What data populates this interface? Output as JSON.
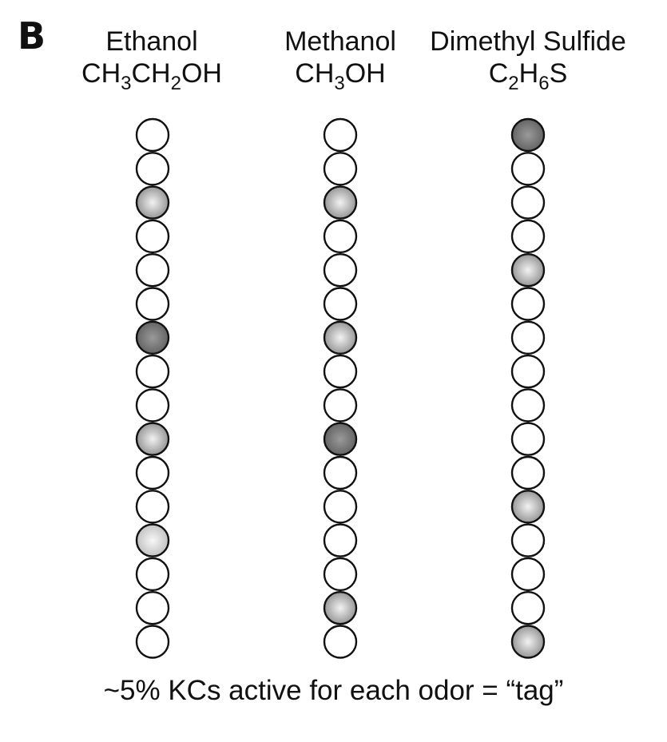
{
  "panel_label": "B",
  "odors": [
    {
      "name": "Ethanol",
      "formula": [
        {
          "text": "CH",
          "sub": "3"
        },
        {
          "text": "CH",
          "sub": "2"
        },
        {
          "text": "OH",
          "sub": ""
        }
      ],
      "cells": [
        "inactive",
        "inactive",
        "medium",
        "inactive",
        "inactive",
        "inactive",
        "dark",
        "inactive",
        "inactive",
        "medium",
        "inactive",
        "inactive",
        "light",
        "inactive",
        "inactive",
        "inactive"
      ]
    },
    {
      "name": "Methanol",
      "formula": [
        {
          "text": "CH",
          "sub": "3"
        },
        {
          "text": "OH",
          "sub": ""
        }
      ],
      "cells": [
        "inactive",
        "inactive",
        "medium",
        "inactive",
        "inactive",
        "inactive",
        "medium",
        "inactive",
        "inactive",
        "dark",
        "inactive",
        "inactive",
        "inactive",
        "inactive",
        "medium",
        "inactive"
      ]
    },
    {
      "name": "Dimethyl Sulfide",
      "formula": [
        {
          "text": "C",
          "sub": "2"
        },
        {
          "text": "H",
          "sub": "6"
        },
        {
          "text": "S",
          "sub": ""
        }
      ],
      "cells": [
        "dark",
        "inactive",
        "inactive",
        "inactive",
        "medium",
        "inactive",
        "inactive",
        "inactive",
        "inactive",
        "inactive",
        "inactive",
        "medium",
        "inactive",
        "inactive",
        "inactive",
        "medium"
      ]
    }
  ],
  "activity_colors": {
    "inactive": {
      "center": "#ffffff",
      "edge": "#ffffff"
    },
    "light": {
      "center": "#f7f7f7",
      "edge": "#bdbdbd"
    },
    "medium": {
      "center": "#f2f2f2",
      "edge": "#8e8e8e"
    },
    "dark": {
      "center": "#9a9a9a",
      "edge": "#5f5f5f"
    }
  },
  "caption": "~5% KCs active for each odor = “tag”"
}
